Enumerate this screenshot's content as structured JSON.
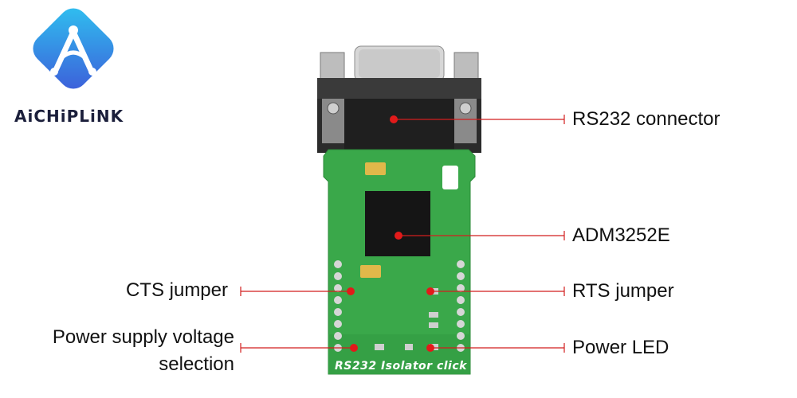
{
  "brand": {
    "name": "AiCHiPLiNK",
    "logo_icon": "aichiplink-logo-icon",
    "colors": {
      "logo_gradient_start": "#2fc3f0",
      "logo_gradient_end": "#3d5bd9",
      "text": "#1b1f3b"
    }
  },
  "board": {
    "silkscreen_title": "RS232 Isolator click",
    "colors": {
      "pcb": "#3aa84a",
      "connector": "#2b2b2b",
      "chip": "#151515",
      "marker": "#e21a1a",
      "leader": "#d21e1e"
    }
  },
  "callouts": {
    "rs232_connector": "RS232 connector",
    "adm3252e": "ADM3252E",
    "cts_jumper": "CTS jumper",
    "rts_jumper": "RTS jumper",
    "power_supply_line1": "Power supply voltage",
    "power_supply_line2": "selection",
    "power_led": "Power LED"
  }
}
